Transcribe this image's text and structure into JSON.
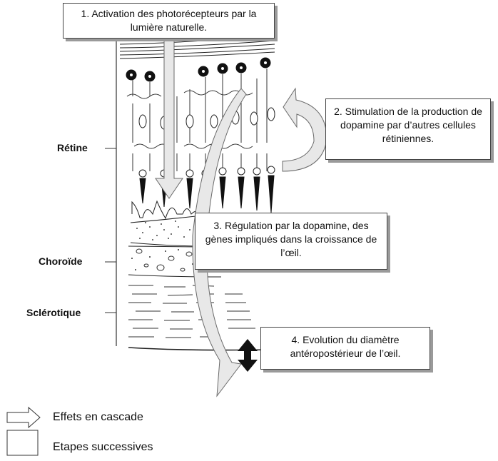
{
  "layers": {
    "retina": "Rétine",
    "choroid": "Choroïde",
    "sclera": "Sclérotique"
  },
  "steps": [
    {
      "text": "1. Activation des photorécepteurs par la lumière naturelle."
    },
    {
      "text": "2. Stimulation de la production de dopamine par d’autres cellules rétiniennes."
    },
    {
      "text": "3. Régulation par la dopamine, des gènes impliqués dans la croissance de l’œil."
    },
    {
      "text": "4. Evolution du diamètre antéropostérieur de l’œil."
    }
  ],
  "legend": {
    "cascade": "Effets en cascade",
    "steps": "Etapes successives"
  },
  "colors": {
    "arrow_fill": "#e8e8e8",
    "arrow_stroke": "#6a6a6a",
    "box_shadow": "#9a9a9a"
  }
}
